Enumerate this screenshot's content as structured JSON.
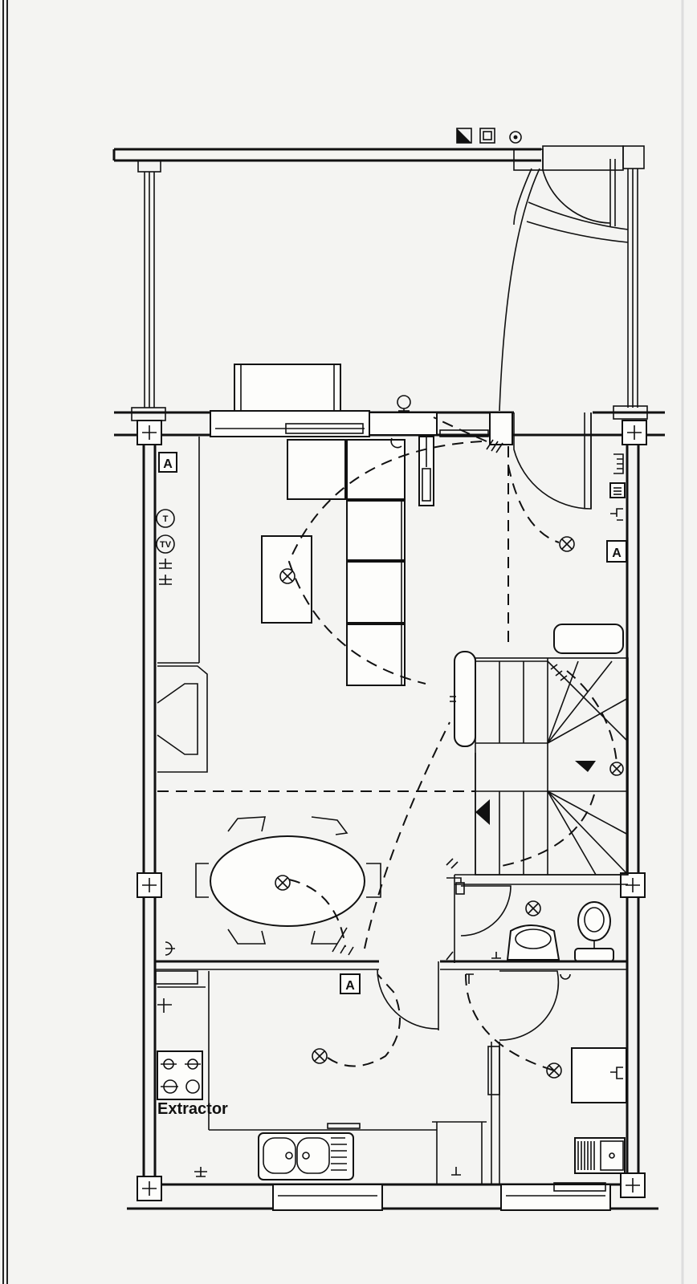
{
  "labels": {
    "extractor": "Extractor",
    "aerial_code": "A",
    "tv_socket": "TV",
    "phone_socket": "T"
  }
}
